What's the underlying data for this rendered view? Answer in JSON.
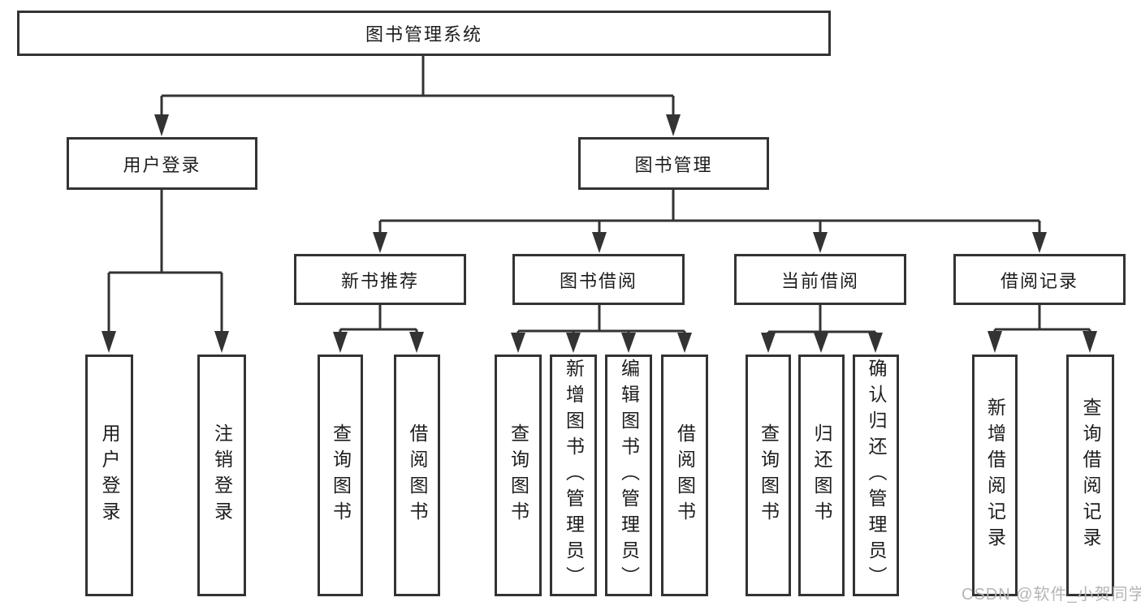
{
  "tree": {
    "label": "图书管理系统",
    "children": [
      {
        "label": "用户登录",
        "children": [
          {
            "label": "用户登录"
          },
          {
            "label": "注销登录"
          }
        ]
      },
      {
        "label": "图书管理",
        "children": [
          {
            "label": "新书推荐",
            "children": [
              {
                "label": "查询图书"
              },
              {
                "label": "借阅图书"
              }
            ]
          },
          {
            "label": "图书借阅",
            "children": [
              {
                "label": "查询图书"
              },
              {
                "label": "新增图书（管理员）"
              },
              {
                "label": "编辑图书（管理员）"
              },
              {
                "label": "借阅图书"
              }
            ]
          },
          {
            "label": "当前借阅",
            "children": [
              {
                "label": "查询图书"
              },
              {
                "label": "归还图书"
              },
              {
                "label": "确认归还（管理员）"
              }
            ]
          },
          {
            "label": "借阅记录",
            "children": [
              {
                "label": "新增借阅记录"
              },
              {
                "label": "查询借阅记录"
              }
            ]
          }
        ]
      }
    ]
  },
  "watermark": {
    "text": "CSDN @软件_小贺同学"
  },
  "colors": {
    "border": "#333333",
    "text": "#1d1d1d",
    "background": "#ffffff",
    "watermark": "#b5b5b5"
  }
}
